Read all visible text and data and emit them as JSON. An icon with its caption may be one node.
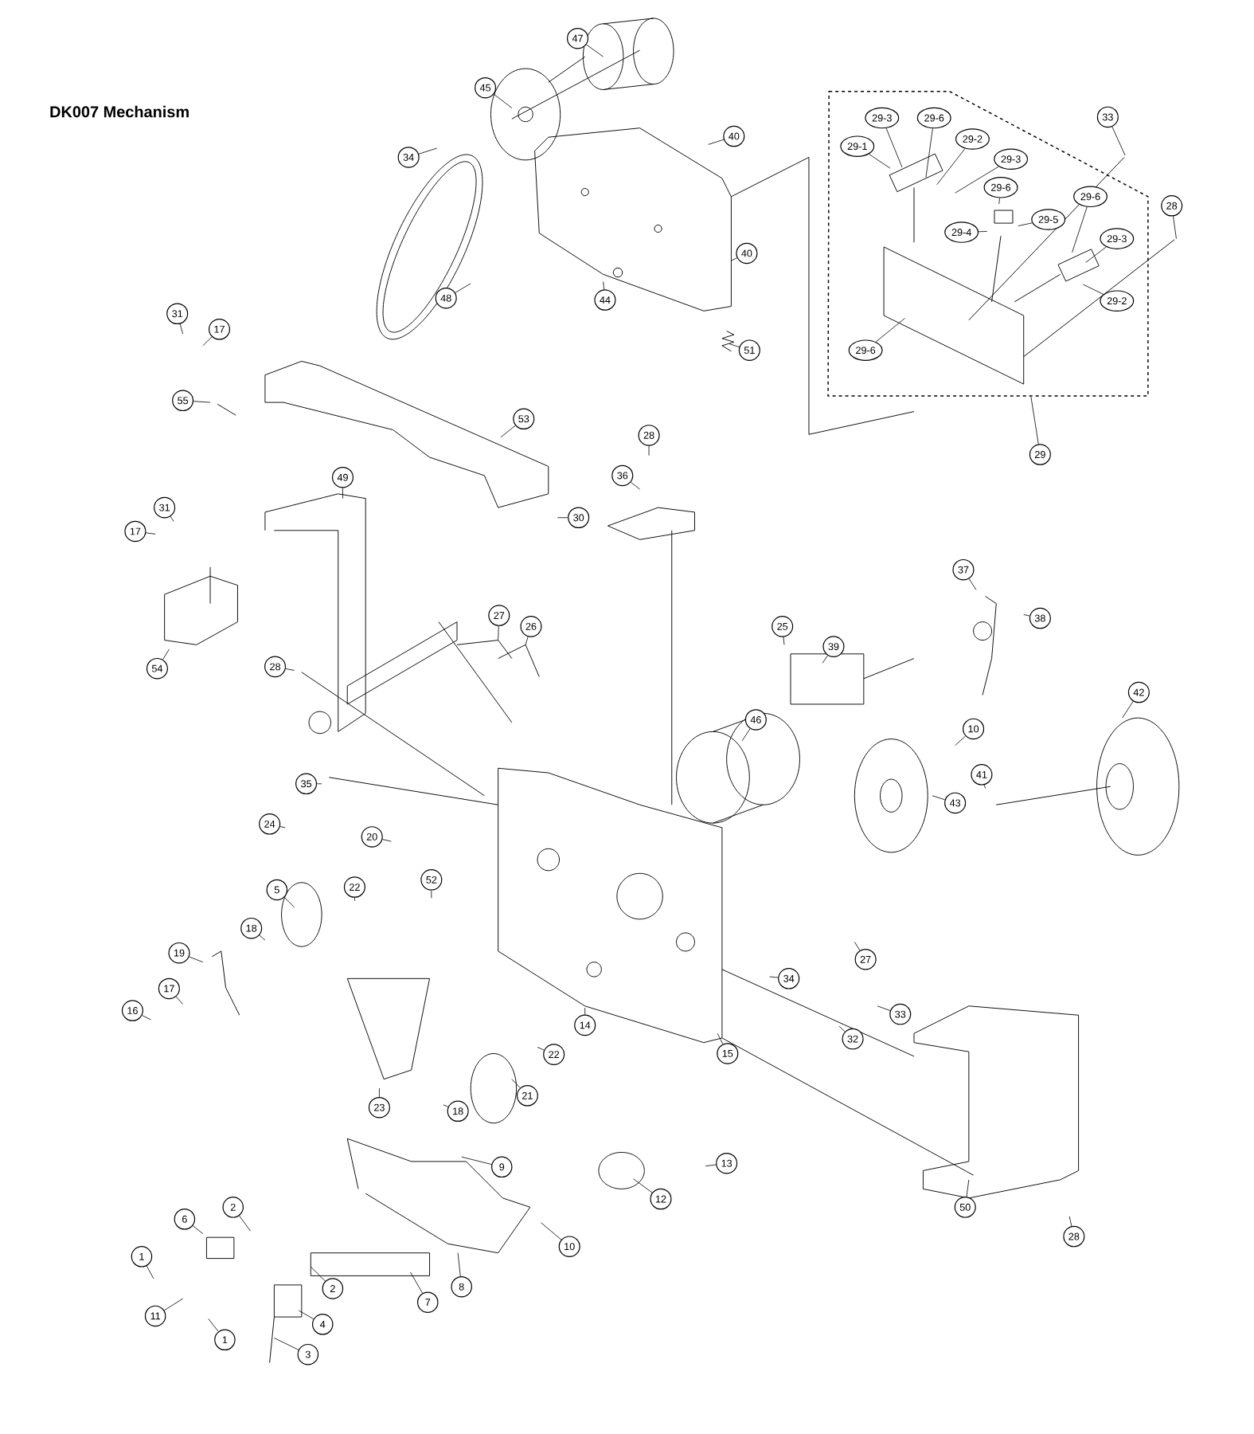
{
  "diagram": {
    "title": "DK007 Mechanism",
    "nodes": [
      {
        "text": [
          "47"
        ]
      },
      {
        "text": [
          "45"
        ]
      },
      {
        "text": [
          "34"
        ]
      },
      {
        "text": [
          "40"
        ]
      },
      {
        "text": [
          "29-3"
        ]
      },
      {
        "text": [
          "29-6"
        ]
      },
      {
        "text": [
          "29-2"
        ]
      },
      {
        "text": [
          "29-1"
        ]
      },
      {
        "text": [
          "33"
        ]
      },
      {
        "text": [
          "29-3"
        ]
      },
      {
        "text": [
          "29-6"
        ]
      },
      {
        "text": [
          "29-5"
        ]
      },
      {
        "text": [
          "29-6"
        ]
      },
      {
        "text": [
          "29-4"
        ]
      },
      {
        "text": [
          "28"
        ]
      },
      {
        "text": [
          "29-3"
        ]
      },
      {
        "text": [
          "40"
        ]
      },
      {
        "text": [
          "44"
        ]
      },
      {
        "text": [
          "48"
        ]
      },
      {
        "text": [
          "29-2"
        ]
      },
      {
        "text": [
          "31"
        ]
      },
      {
        "text": [
          "17"
        ]
      },
      {
        "text": [
          "51"
        ]
      },
      {
        "text": [
          "29-6"
        ]
      },
      {
        "text": [
          "55"
        ]
      },
      {
        "text": [
          "53"
        ]
      },
      {
        "text": [
          "28"
        ]
      },
      {
        "text": [
          "29"
        ]
      },
      {
        "text": [
          "36"
        ]
      },
      {
        "text": [
          "49"
        ]
      },
      {
        "text": [
          "31"
        ]
      },
      {
        "text": [
          "30"
        ]
      },
      {
        "text": [
          "17"
        ]
      },
      {
        "text": [
          "37"
        ]
      },
      {
        "text": [
          "27"
        ]
      },
      {
        "text": [
          "26"
        ]
      },
      {
        "text": [
          "25"
        ]
      },
      {
        "text": [
          "38"
        ]
      },
      {
        "text": [
          "39"
        ]
      },
      {
        "text": [
          "28"
        ]
      },
      {
        "text": [
          "54"
        ]
      },
      {
        "text": [
          "42"
        ]
      },
      {
        "text": [
          "46"
        ]
      },
      {
        "text": [
          "10"
        ]
      },
      {
        "text": [
          "41"
        ]
      },
      {
        "text": [
          "35"
        ]
      },
      {
        "text": [
          "43"
        ]
      },
      {
        "text": [
          "24"
        ]
      },
      {
        "text": [
          "20"
        ]
      },
      {
        "text": [
          "52"
        ]
      },
      {
        "text": [
          "22"
        ]
      },
      {
        "text": [
          "5"
        ]
      },
      {
        "text": [
          "18"
        ]
      },
      {
        "text": [
          "19"
        ]
      },
      {
        "text": [
          "27"
        ]
      },
      {
        "text": [
          "34"
        ]
      },
      {
        "text": [
          "17"
        ]
      },
      {
        "text": [
          "16"
        ]
      },
      {
        "text": [
          "33"
        ]
      },
      {
        "text": [
          "14"
        ]
      },
      {
        "text": [
          "32"
        ]
      },
      {
        "text": [
          "15"
        ]
      },
      {
        "text": [
          "22"
        ]
      },
      {
        "text": [
          "21"
        ]
      },
      {
        "text": [
          "23"
        ]
      },
      {
        "text": [
          "18"
        ]
      },
      {
        "text": [
          "13"
        ]
      },
      {
        "text": [
          "9"
        ]
      },
      {
        "text": [
          "12"
        ]
      },
      {
        "text": [
          "50"
        ]
      },
      {
        "text": [
          "2"
        ]
      },
      {
        "text": [
          "6"
        ]
      },
      {
        "text": [
          "28"
        ]
      },
      {
        "text": [
          "10"
        ]
      },
      {
        "text": [
          "1"
        ]
      },
      {
        "text": [
          "8"
        ]
      },
      {
        "text": [
          "2"
        ]
      },
      {
        "text": [
          "7"
        ]
      },
      {
        "text": [
          "11"
        ]
      },
      {
        "text": [
          "4"
        ]
      },
      {
        "text": [
          "1"
        ]
      },
      {
        "text": [
          "3"
        ]
      }
    ],
    "edges": [
      {
        "from": 0,
        "to": null,
        "arrow": "none"
      },
      {
        "from": 1,
        "to": null,
        "arrow": "none"
      },
      {
        "from": 2,
        "to": null,
        "arrow": "none"
      },
      {
        "from": 3,
        "to": null,
        "arrow": "none"
      },
      {
        "from": 4,
        "to": null,
        "arrow": "none"
      },
      {
        "from": 5,
        "to": null,
        "arrow": "none"
      },
      {
        "from": 6,
        "to": null,
        "arrow": "none"
      },
      {
        "from": 7,
        "to": null,
        "arrow": "none"
      },
      {
        "from": 8,
        "to": null,
        "arrow": "none"
      },
      {
        "from": 9,
        "to": null,
        "arrow": "none"
      },
      {
        "from": 10,
        "to": null,
        "arrow": "none"
      },
      {
        "from": 11,
        "to": null,
        "arrow": "none"
      },
      {
        "from": 12,
        "to": null,
        "arrow": "none"
      },
      {
        "from": 13,
        "to": null,
        "arrow": "none"
      },
      {
        "from": 14,
        "to": null,
        "arrow": "none"
      },
      {
        "from": 15,
        "to": null,
        "arrow": "none"
      },
      {
        "from": 16,
        "to": null,
        "arrow": "none"
      },
      {
        "from": 17,
        "to": null,
        "arrow": "none"
      },
      {
        "from": 18,
        "to": null,
        "arrow": "none"
      },
      {
        "from": 19,
        "to": null,
        "arrow": "none"
      },
      {
        "from": 20,
        "to": null,
        "arrow": "none"
      },
      {
        "from": 21,
        "to": null,
        "arrow": "none"
      },
      {
        "from": 22,
        "to": null,
        "arrow": "none"
      },
      {
        "from": 23,
        "to": null,
        "arrow": "none"
      },
      {
        "from": 24,
        "to": null,
        "arrow": "none"
      },
      {
        "from": 25,
        "to": null,
        "arrow": "none"
      },
      {
        "from": 26,
        "to": null,
        "arrow": "none"
      },
      {
        "from": 27,
        "to": null,
        "arrow": "none"
      },
      {
        "from": 28,
        "to": null,
        "arrow": "none"
      },
      {
        "from": 29,
        "to": null,
        "arrow": "none"
      },
      {
        "from": 30,
        "to": null,
        "arrow": "none"
      },
      {
        "from": 31,
        "to": null,
        "arrow": "none"
      },
      {
        "from": 32,
        "to": null,
        "arrow": "none"
      },
      {
        "from": 33,
        "to": null,
        "arrow": "none"
      },
      {
        "from": 34,
        "to": null,
        "arrow": "none"
      },
      {
        "from": 35,
        "to": null,
        "arrow": "none"
      },
      {
        "from": 36,
        "to": null,
        "arrow": "none"
      },
      {
        "from": 37,
        "to": null,
        "arrow": "none"
      },
      {
        "from": 38,
        "to": null,
        "arrow": "none"
      },
      {
        "from": 39,
        "to": null,
        "arrow": "none"
      },
      {
        "from": 40,
        "to": null,
        "arrow": "none"
      },
      {
        "from": 41,
        "to": null,
        "arrow": "none"
      },
      {
        "from": 42,
        "to": null,
        "arrow": "none"
      },
      {
        "from": 43,
        "to": null,
        "arrow": "none"
      },
      {
        "from": 44,
        "to": null,
        "arrow": "none"
      },
      {
        "from": 45,
        "to": null,
        "arrow": "none"
      },
      {
        "from": 46,
        "to": null,
        "arrow": "none"
      },
      {
        "from": 47,
        "to": null,
        "arrow": "none"
      },
      {
        "from": 48,
        "to": null,
        "arrow": "none"
      },
      {
        "from": 49,
        "to": null,
        "arrow": "none"
      },
      {
        "from": 50,
        "to": null,
        "arrow": "none"
      },
      {
        "from": 51,
        "to": null,
        "arrow": "none"
      },
      {
        "from": 52,
        "to": null,
        "arrow": "none"
      },
      {
        "from": 53,
        "to": null,
        "arrow": "none"
      },
      {
        "from": 54,
        "to": null,
        "arrow": "none"
      },
      {
        "from": 55,
        "to": null,
        "arrow": "none"
      },
      {
        "from": 56,
        "to": null,
        "arrow": "none"
      },
      {
        "from": 57,
        "to": null,
        "arrow": "none"
      },
      {
        "from": 58,
        "to": null,
        "arrow": "none"
      },
      {
        "from": 59,
        "to": null,
        "arrow": "none"
      },
      {
        "from": 60,
        "to": null,
        "arrow": "none"
      },
      {
        "from": 61,
        "to": null,
        "arrow": "none"
      },
      {
        "from": 62,
        "to": null,
        "arrow": "none"
      },
      {
        "from": 63,
        "to": null,
        "arrow": "none"
      },
      {
        "from": 64,
        "to": null,
        "arrow": "none"
      },
      {
        "from": 65,
        "to": null,
        "arrow": "none"
      },
      {
        "from": 66,
        "to": null,
        "arrow": "none"
      },
      {
        "from": 67,
        "to": null,
        "arrow": "none"
      },
      {
        "from": 68,
        "to": null,
        "arrow": "none"
      },
      {
        "from": 69,
        "to": null,
        "arrow": "none"
      },
      {
        "from": 70,
        "to": null,
        "arrow": "none"
      },
      {
        "from": 71,
        "to": null,
        "arrow": "none"
      },
      {
        "from": 72,
        "to": null,
        "arrow": "none"
      },
      {
        "from": 73,
        "to": null,
        "arrow": "none"
      },
      {
        "from": 74,
        "to": null,
        "arrow": "none"
      },
      {
        "from": 75,
        "to": null,
        "arrow": "none"
      },
      {
        "from": 76,
        "to": null,
        "arrow": "none"
      },
      {
        "from": 77,
        "to": null,
        "arrow": "none"
      },
      {
        "from": 78,
        "to": null,
        "arrow": "none"
      },
      {
        "from": 79,
        "to": null,
        "arrow": "none"
      },
      {
        "from": 80,
        "to": null,
        "arrow": "none"
      },
      {
        "from": 81,
        "to": null,
        "arrow": "none"
      }
    ]
  }
}
